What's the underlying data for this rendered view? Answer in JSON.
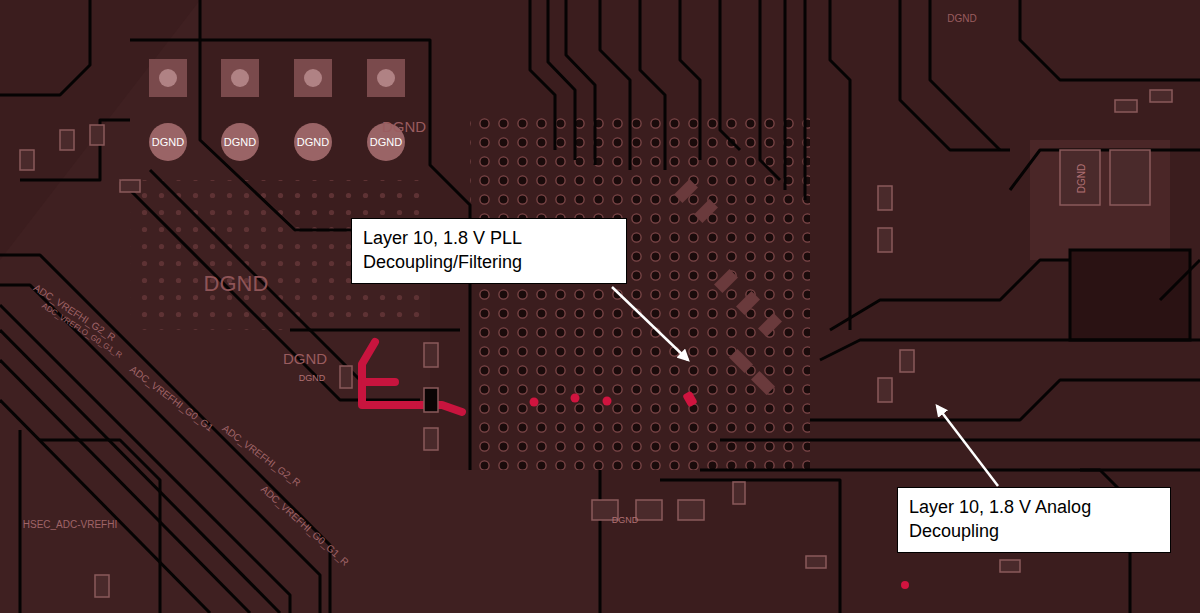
{
  "diagram": {
    "nodes": [
      {
        "text": [
          "Layer 10, 1.8 V PLL Decoupling/Filtering"
        ]
      },
      {
        "text": [
          "Layer 10, 1.8 V Analog Decoupling"
        ]
      }
    ],
    "labels": [
      "DGND",
      "DGND",
      "DGND",
      "DGND",
      "DGND",
      "DGND",
      "DGND",
      "DGND",
      "ADC_VREFHI_G2_R",
      "ADC_VREFLO_G0_G1_R",
      "ADC_VREFHI_G0_G1",
      "ADC_VREFHI_G2_R",
      "HSEC_ADC-VREFHI",
      "ADC_VREFHI_G0_G1_R",
      "DGND",
      "DGND",
      "DGND"
    ]
  }
}
